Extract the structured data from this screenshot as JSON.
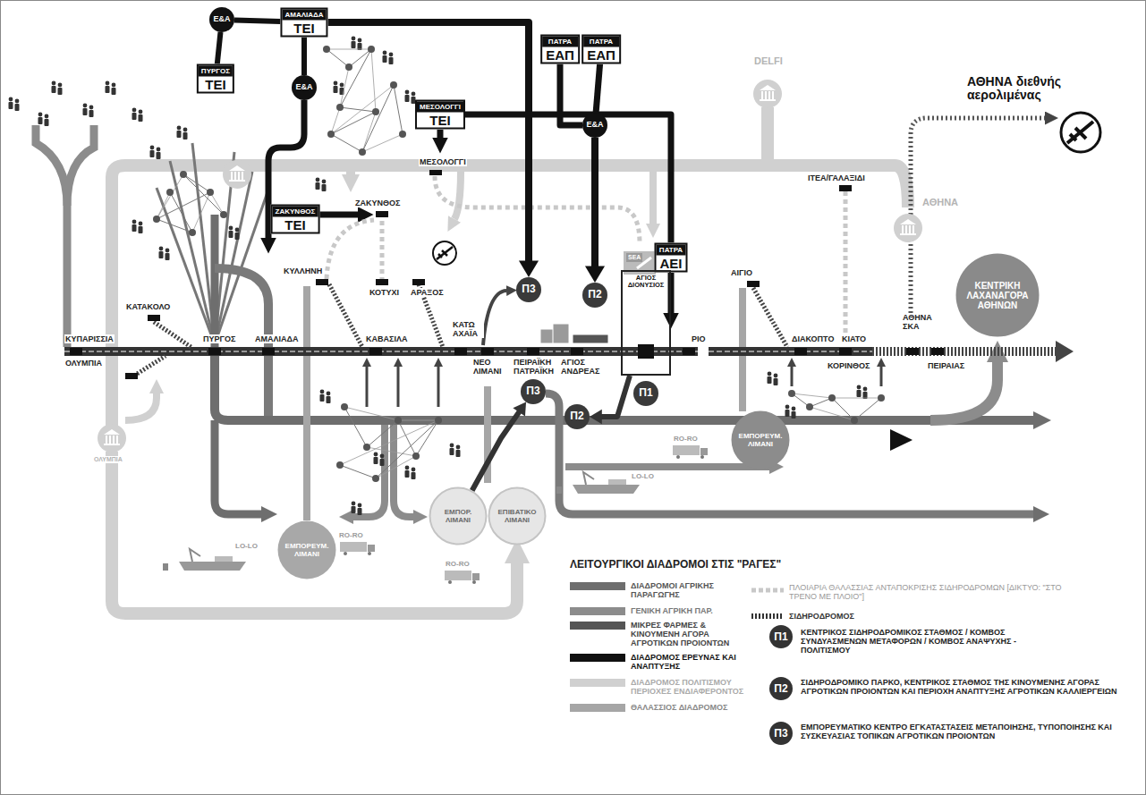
{
  "diagram": {
    "title": "ΛΕΙΤΟΥΡΓΙΚΟΙ ΔΙΑΔΡΟΜΟΙ ΣΤΙΣ \"ΡΑΓΕΣ\"",
    "nodes": [
      {
        "text": [
          "Ε&Α"
        ]
      },
      {
        "text": [
          "ΑΜΑΛΙΑΔΑ",
          "ΤΕΙ"
        ]
      },
      {
        "text": [
          "ΠΑΤΡΑ",
          "ΕΑΠ"
        ]
      },
      {
        "text": [
          "ΠΑΤΡΑ",
          "ΕΑΠ"
        ]
      },
      {
        "text": [
          "ΠΥΡΓΟΣ",
          "ΤΕΙ"
        ]
      },
      {
        "text": [
          "Ε&Α"
        ]
      },
      {
        "text": [
          "ΜΕΣΟΛΟΓΓΙ",
          "ΤΕΙ"
        ]
      },
      {
        "text": [
          "Ε&Α"
        ]
      },
      {
        "text": [
          "ΖΑΚΥΝΘΟΣ",
          "ΤΕΙ"
        ]
      },
      {
        "text": [
          "ΠΑΤΡΑ",
          "ΑΕΙ"
        ]
      },
      {
        "text": [
          "Π3"
        ]
      },
      {
        "text": [
          "Π2"
        ]
      },
      {
        "text": [
          "ΚΕΝΤΡΙΚΗ ΛΑΧΑΝΑΓΟΡΑ ΑΘΗΝΩΝ"
        ]
      },
      {
        "text": [
          "ΑΓΙΟΣ ΔΙΟΝΥΣΙΟΣ"
        ]
      },
      {
        "text": [
          "Π3"
        ]
      },
      {
        "text": [
          "Π1"
        ]
      },
      {
        "text": [
          "Π2"
        ]
      },
      {
        "text": [
          "ΕΜΠΟΡΕΥΜ. ΛΙΜΑΝΙ"
        ]
      },
      {
        "text": [
          "ΕΜΠΟΡ. ΛΙΜΑΝΙ"
        ]
      },
      {
        "text": [
          "ΕΠΙΒΑΤΙΚΟ ΛΙΜΑΝΙ"
        ]
      },
      {
        "text": [
          "ΕΜΠΟΡΕΥΜ. ΛΙΜΑΝΙ"
        ]
      }
    ],
    "edges": [
      {
        "from": 0,
        "to": 1,
        "arrow": "none"
      },
      {
        "from": 0,
        "to": 4,
        "arrow": "none"
      },
      {
        "from": 1,
        "to": 5,
        "arrow": "none"
      },
      {
        "from": 1,
        "to": 10,
        "arrow": "to"
      },
      {
        "from": 2,
        "to": 7,
        "arrow": "none"
      },
      {
        "from": 3,
        "to": 7,
        "arrow": "none"
      },
      {
        "from": 7,
        "to": 11,
        "arrow": "to"
      },
      {
        "from": 6,
        "to": 9,
        "arrow": "none"
      },
      {
        "from": 13,
        "to": 16,
        "arrow": "to"
      },
      {
        "from": 18,
        "to": 14,
        "arrow": "to"
      }
    ],
    "labels": [
      "ΚΥΠΑΡΙΣΣΙΑ",
      "ΚΑΤΑΚΟΛΟ",
      "ΟΛΥΜΠΙΑ",
      "ΠΥΡΓΟΣ",
      "ΑΜΑΛΙΑΔΑ",
      "ΚΥΛΛΗΝΗ",
      "ΚΑΒΑΣΙΛΑ",
      "ΚΟΤΥΧΙ",
      "ΑΡΑΞΟΣ",
      "ΚΑΤΩ ΑΧΑΪΑ",
      "ΝΕΟ ΛΙΜΑΝΙ",
      "ΠΕΙΡΑΪΚΗ ΠΑΤΡΑΪΚΗ",
      "ΑΓΙΟΣ ΑΝΔΡΕΑΣ",
      "ΡΙΟ",
      "ΑΙΓΙΟ",
      "ΔΙΑΚΟΠΤΟ",
      "ΚΙΑΤΟ",
      "ΚΟΡΙΝΘΟΣ",
      "ΑΘΗΝΑ ΣΚΑ",
      "ΠΕΙΡΑΙΑΣ",
      "ΖΑΚΥΝΘΟΣ",
      "ΜΕΣΟΛΟΓΓΙ",
      "ΙΤΕΑ/ΓΑΛΑΞΙΔΙ",
      "DELFI",
      "ΑΘΗΝΑ",
      "ΟΛΥΜΠΙΑ",
      "ΑΘΗΝΑ διεθνής αερολιμένας",
      "SEA",
      "RO-RO",
      "LO-LO",
      "RO-RO",
      "LO-LO",
      "RO-RO",
      "Π1",
      "Π2",
      "Π3"
    ],
    "legend": [
      {
        "text": "ΔΙΑΔΡΟΜΟΙ ΑΓΡΙΚΗΣ ΠΑΡΑΓΩΓΗΣ",
        "color": "#6e6e6e"
      },
      {
        "text": "ΓΕΝΙΚΗ ΑΓΡΙΚΗ ΠΑΡ.",
        "color": "#8c8c8c"
      },
      {
        "text": "ΜΙΚΡΕΣ ΦΑΡΜΕΣ & ΚΙΝΟΥΜΕΝΗ ΑΓΟΡΑ ΑΓΡΟΤΙΚΩΝ ΠΡΟΙΟΝΤΩΝ",
        "color": "#555555"
      },
      {
        "text": "ΔΙΑΔΡΟΜΟΣ ΕΡΕΥΝΑΣ ΚΑΙ ΑΝΑΠΤΥΞΗΣ",
        "color": "#111111"
      },
      {
        "text": "ΔΙΑΔΡΟΜΟΣ ΠΟΛΙΤΙΣΜΟΥ ΠΕΡΙΟΧΕΣ ΕΝΔΙΑΦΕΡΟΝΤΟΣ",
        "color": "#d0d0d0"
      },
      {
        "text": "ΘΑΛΑΣΣΙΟΣ ΔΙΑΔΡΟΜΟΣ",
        "color": "#a6a6a6"
      },
      {
        "text": "ΠΛΟΙΑΡΙΑ ΘΑΛΑΣΣΙΑΣ ΑΝΤΑΠΟΚΡΙΣΗΣ ΣΙΔΗΡΟΔΡΟΜΩΝ [ΔΙΚΤΥΟ: \"ΣΤΟ ΤΡΕΝΟ ΜΕ ΠΛΟΙΟ\"]"
      },
      {
        "text": "ΣΙΔΗΡΟΔΡΟΜΟΣ"
      },
      {
        "text": "ΚΕΝΤΡΙΚΟΣ ΣΙΔΗΡΟΔΡΟΜΙΚΟΣ ΣΤΑΘΜΟΣ / ΚΟΜΒΟΣ ΣΥΝΔΥΑΣΜΕΝΩΝ ΜΕΤΑΦΟΡΩΝ / ΚΟΜΒΟΣ ΑΝΑΨΥΧΗΣ - ΠΟΛΙΤΙΣΜΟΥ"
      },
      {
        "text": "ΣΙΔΗΡΟΔΡΟΜΙΚΟ ΠΑΡΚΟ, ΚΕΝΤΡΙΚΟΣ ΣΤΑΘΜΟΣ ΤΗΣ ΚΙΝΟΥΜΕΝΗΣ ΑΓΟΡΑΣ ΑΓΡΟΤΙΚΩΝ ΠΡΟΙΟΝΤΩΝ ΚΑΙ ΠΕΡΙΟΧΗ ΑΝΑΠΤΥΞΗΣ ΑΓΡΟΤΙΚΩΝ ΚΑΛΛΙΕΡΓΕΙΩΝ"
      },
      {
        "text": "ΕΜΠΟΡΕΥΜΑΤΙΚΟ ΚΕΝΤΡΟ ΕΓΚΑΤΑΣΤΑΣΕΙΣ ΜΕΤΑΠΟΙΗΣΗΣ, ΤΥΠΟΠΟΙΗΣΗΣ ΚΑΙ ΣΥΣΚΕΥΑΣΙΑΣ ΤΟΠΙΚΩΝ ΑΓΡΟΤΙΚΩΝ ΠΡΟΙΟΝΤΩΝ"
      }
    ]
  }
}
